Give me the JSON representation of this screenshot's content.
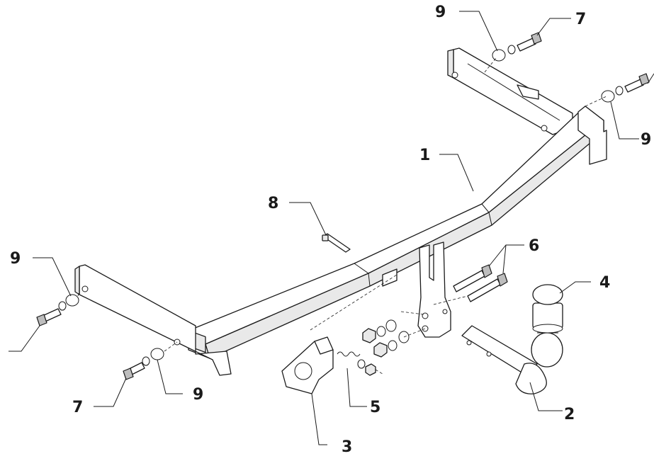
{
  "callouts": [
    {
      "label": "1",
      "part": "crossbar"
    },
    {
      "label": "2",
      "part": "tow-ball-neck"
    },
    {
      "label": "3",
      "part": "socket-bracket"
    },
    {
      "label": "4",
      "part": "ball-cover"
    },
    {
      "label": "5",
      "part": "spring-washer-nut"
    },
    {
      "label": "6",
      "part": "bolts"
    },
    {
      "label": "7",
      "part": "bolt-top"
    },
    {
      "label": "7",
      "part": "bolt-bottom"
    },
    {
      "label": "8",
      "part": "pin"
    },
    {
      "label": "9",
      "part": "washer-top"
    },
    {
      "label": "9",
      "part": "washer-right"
    },
    {
      "label": "9",
      "part": "washer-left"
    },
    {
      "label": "9",
      "part": "washer-bottom"
    }
  ]
}
